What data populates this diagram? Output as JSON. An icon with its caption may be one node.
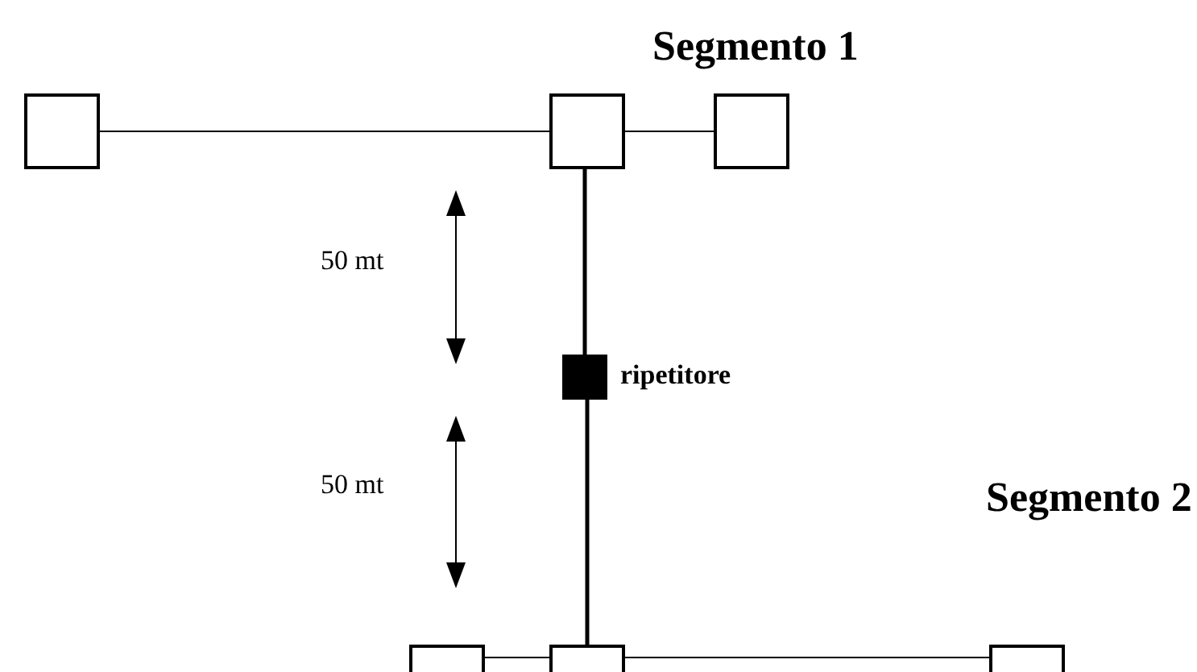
{
  "diagram": {
    "nodes": [
      {
        "text": [],
        "shape": "box"
      },
      {
        "text": [],
        "shape": "box"
      },
      {
        "text": [],
        "shape": "box"
      },
      {
        "text": [],
        "shape": "box",
        "beside": [
          "ripetitore"
        ]
      },
      {
        "text": [],
        "shape": "box"
      },
      {
        "text": [],
        "shape": "box"
      },
      {
        "text": [],
        "shape": "box"
      }
    ],
    "edges": [
      {
        "from": 0,
        "to": 1,
        "arrow": "none"
      },
      {
        "from": 1,
        "to": 2,
        "arrow": "none"
      },
      {
        "from": 1,
        "to": 3,
        "arrow": "none",
        "style": "thick"
      },
      {
        "from": 3,
        "to": 5,
        "arrow": "none",
        "style": "thick"
      },
      {
        "from": 4,
        "to": 5,
        "arrow": "none"
      },
      {
        "from": 5,
        "to": 6,
        "arrow": "none"
      }
    ],
    "labels": [
      "Segmento 1",
      "50 mt",
      "50 mt",
      "Segmento 2"
    ]
  }
}
